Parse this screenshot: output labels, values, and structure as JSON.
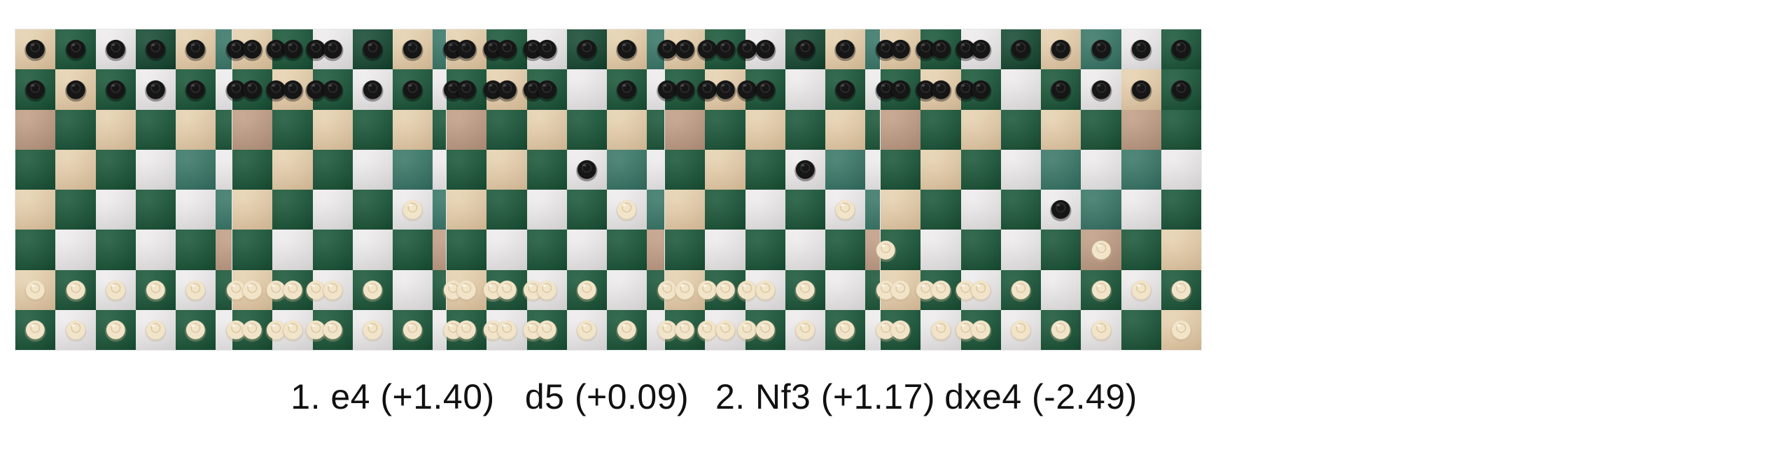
{
  "boards": [
    {
      "caption": "",
      "pieces": {
        "0,0": "b",
        "0,1": "b",
        "0,2": "b",
        "0,3": "b",
        "0,4": "b",
        "0,5": "b",
        "0,6": "b",
        "0,7": "b",
        "1,0": "b",
        "1,1": "b",
        "1,2": "b",
        "1,3": "b",
        "1,4": "b",
        "1,5": "b",
        "1,6": "b",
        "1,7": "b",
        "6,0": "w",
        "6,1": "w",
        "6,2": "w",
        "6,3": "w",
        "6,4": "w",
        "6,5": "w",
        "6,6": "w",
        "6,7": "w",
        "7,0": "w",
        "7,1": "w",
        "7,2": "w",
        "7,3": "w",
        "7,4": "w",
        "7,5": "w",
        "7,6": "w",
        "7,7": "w"
      }
    },
    {
      "caption": "1. e4 (+1.40)",
      "pieces": {
        "0,0": "b",
        "0,1": "b",
        "0,2": "b",
        "0,3": "b",
        "0,4": "b",
        "0,5": "b",
        "0,6": "b",
        "0,7": "b",
        "1,0": "b",
        "1,1": "b",
        "1,2": "b",
        "1,3": "b",
        "1,4": "b",
        "1,5": "b",
        "1,6": "b",
        "1,7": "b",
        "4,4": "w",
        "6,0": "w",
        "6,1": "w",
        "6,2": "w",
        "6,3": "w",
        "6,5": "w",
        "6,6": "w",
        "6,7": "w",
        "7,0": "w",
        "7,1": "w",
        "7,2": "w",
        "7,3": "w",
        "7,4": "w",
        "7,5": "w",
        "7,6": "w",
        "7,7": "w"
      }
    },
    {
      "caption": "d5 (+0.09)",
      "pieces": {
        "0,0": "b",
        "0,1": "b",
        "0,2": "b",
        "0,3": "b",
        "0,4": "b",
        "0,5": "b",
        "0,6": "b",
        "0,7": "b",
        "1,0": "b",
        "1,1": "b",
        "1,2": "b",
        "1,4": "b",
        "1,5": "b",
        "1,6": "b",
        "1,7": "b",
        "3,3": "b",
        "4,4": "w",
        "6,0": "w",
        "6,1": "w",
        "6,2": "w",
        "6,3": "w",
        "6,5": "w",
        "6,6": "w",
        "6,7": "w",
        "7,0": "w",
        "7,1": "w",
        "7,2": "w",
        "7,3": "w",
        "7,4": "w",
        "7,5": "w",
        "7,6": "w",
        "7,7": "w"
      }
    },
    {
      "caption": "2. Nf3 (+1.17)",
      "pieces": {
        "0,0": "b",
        "0,1": "b",
        "0,2": "b",
        "0,3": "b",
        "0,4": "b",
        "0,5": "b",
        "0,6": "b",
        "0,7": "b",
        "1,0": "b",
        "1,1": "b",
        "1,2": "b",
        "1,4": "b",
        "1,5": "b",
        "1,6": "b",
        "1,7": "b",
        "3,3": "b",
        "4,4": "w",
        "5,5": "w",
        "6,0": "w",
        "6,1": "w",
        "6,2": "w",
        "6,3": "w",
        "6,5": "w",
        "6,6": "w",
        "6,7": "w",
        "7,0": "w",
        "7,1": "w",
        "7,2": "w",
        "7,3": "w",
        "7,4": "w",
        "7,5": "w",
        "7,7": "w"
      }
    },
    {
      "caption": "dxe4 (-2.49)",
      "pieces": {
        "0,0": "b",
        "0,1": "b",
        "0,2": "b",
        "0,3": "b",
        "0,4": "b",
        "0,5": "b",
        "0,6": "b",
        "0,7": "b",
        "1,0": "b",
        "1,1": "b",
        "1,2": "b",
        "1,4": "b",
        "1,5": "b",
        "1,6": "b",
        "1,7": "b",
        "4,4": "b",
        "5,5": "w",
        "6,0": "w",
        "6,1": "w",
        "6,2": "w",
        "6,3": "w",
        "6,5": "w",
        "6,6": "w",
        "6,7": "w",
        "7,0": "w",
        "7,1": "w",
        "7,2": "w",
        "7,3": "w",
        "7,4": "w",
        "7,5": "w",
        "7,7": "w"
      }
    }
  ],
  "square_pattern": [
    [
      "tan",
      "green",
      "white",
      "deep",
      "tan",
      "teal",
      "white",
      "green"
    ],
    [
      "green",
      "tan",
      "green",
      "white",
      "green",
      "white",
      "tan",
      "green"
    ],
    [
      "dim",
      "green",
      "tan",
      "green",
      "tan",
      "green",
      "dim",
      "green"
    ],
    [
      "green",
      "tan",
      "green",
      "white",
      "teal",
      "white",
      "teal",
      "white"
    ],
    [
      "tan",
      "green",
      "white",
      "green",
      "white",
      "teal",
      "white",
      "green"
    ],
    [
      "green",
      "white",
      "green",
      "white",
      "green",
      "dim",
      "green",
      "tan"
    ],
    [
      "tan",
      "green",
      "white",
      "green",
      "white",
      "green",
      "white",
      "green"
    ],
    [
      "green",
      "white",
      "green",
      "white",
      "green",
      "white",
      "green",
      "tan"
    ]
  ],
  "colors": {
    "black_piece": "#161616",
    "light_piece": "#f1e4c8"
  }
}
